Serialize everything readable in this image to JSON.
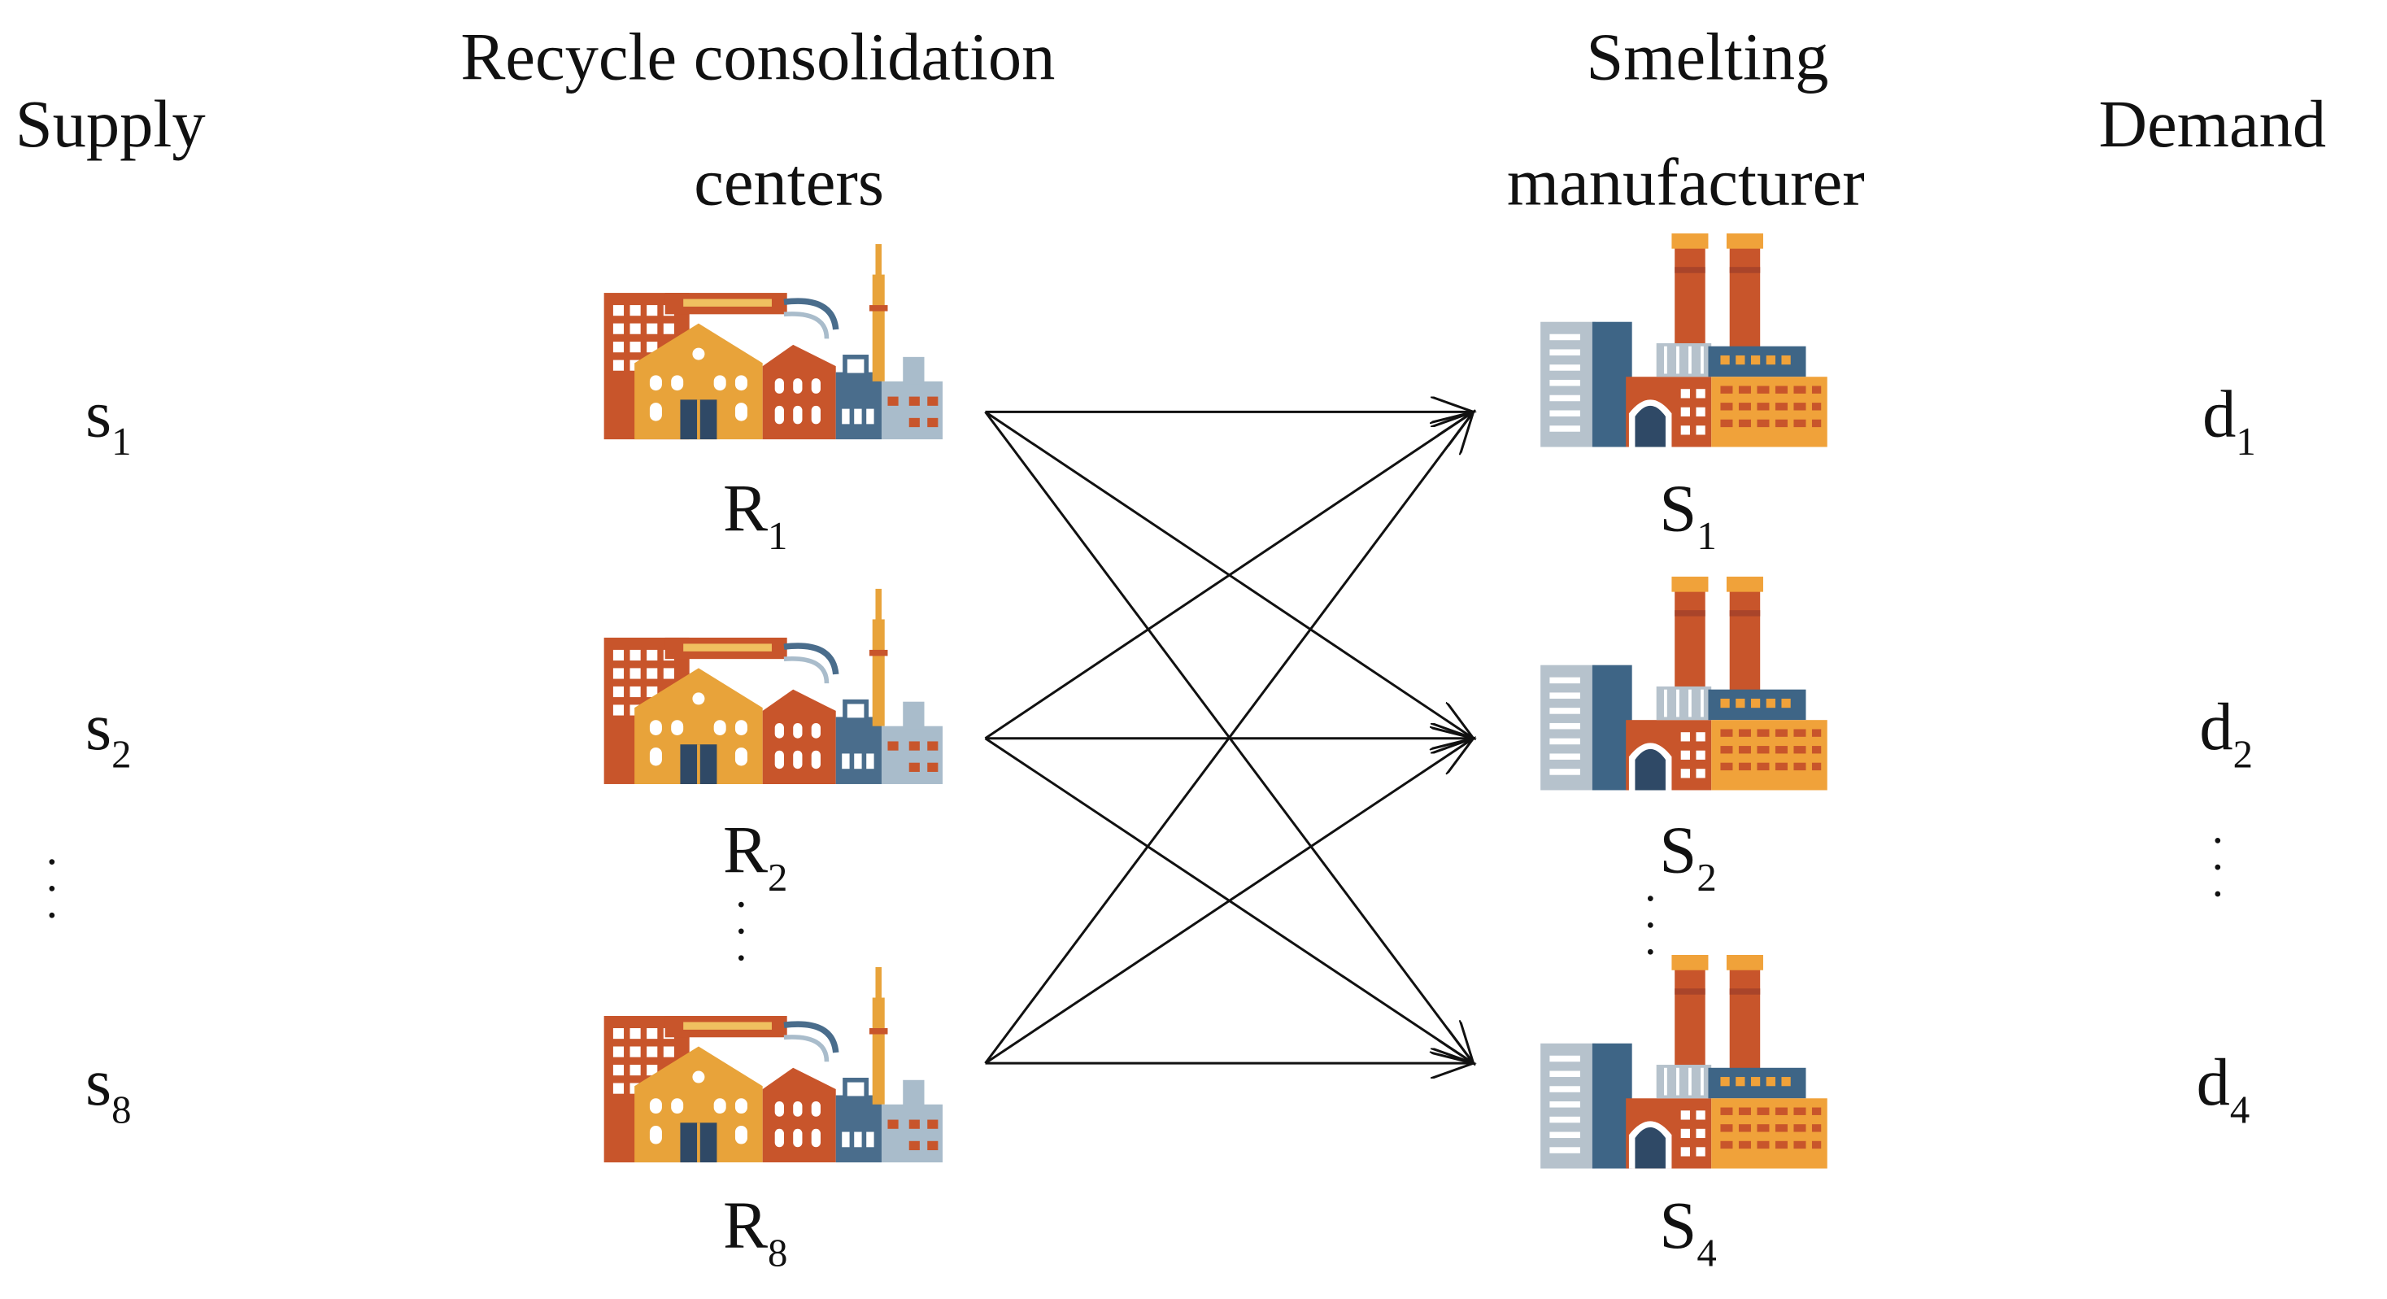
{
  "headers": {
    "supply": "Supply",
    "recycle_line1": "Recycle consolidation",
    "recycle_line2": "centers",
    "smelting_line1": "Smelting",
    "smelting_line2": "manufacturer",
    "demand": "Demand"
  },
  "supply_nodes": [
    {
      "base": "s",
      "sub": "1"
    },
    {
      "base": "s",
      "sub": "2"
    },
    {
      "base": "s",
      "sub": "8"
    }
  ],
  "recycle_nodes": [
    {
      "base": "R",
      "sub": "1"
    },
    {
      "base": "R",
      "sub": "2"
    },
    {
      "base": "R",
      "sub": "8"
    }
  ],
  "smelting_nodes": [
    {
      "base": "S",
      "sub": "1"
    },
    {
      "base": "S",
      "sub": "2"
    },
    {
      "base": "S",
      "sub": "4"
    }
  ],
  "demand_nodes": [
    {
      "base": "d",
      "sub": "1"
    },
    {
      "base": "d",
      "sub": "2"
    },
    {
      "base": "d",
      "sub": "4"
    }
  ],
  "ellipsis": "· · ·",
  "icons": {
    "recycle_center": "factory-icon",
    "smelter": "smelting-plant-icon"
  },
  "colors": {
    "arrow": "#111111",
    "factory_orange": "#e8a33a",
    "factory_brick": "#c8552b",
    "factory_blue": "#4a6d8c",
    "factory_light": "#a9bccb",
    "smelter_orange": "#f0a23a",
    "smelter_brick": "#c8552b",
    "smelter_blue": "#3e6586",
    "smelter_gray": "#b6c2cc"
  }
}
